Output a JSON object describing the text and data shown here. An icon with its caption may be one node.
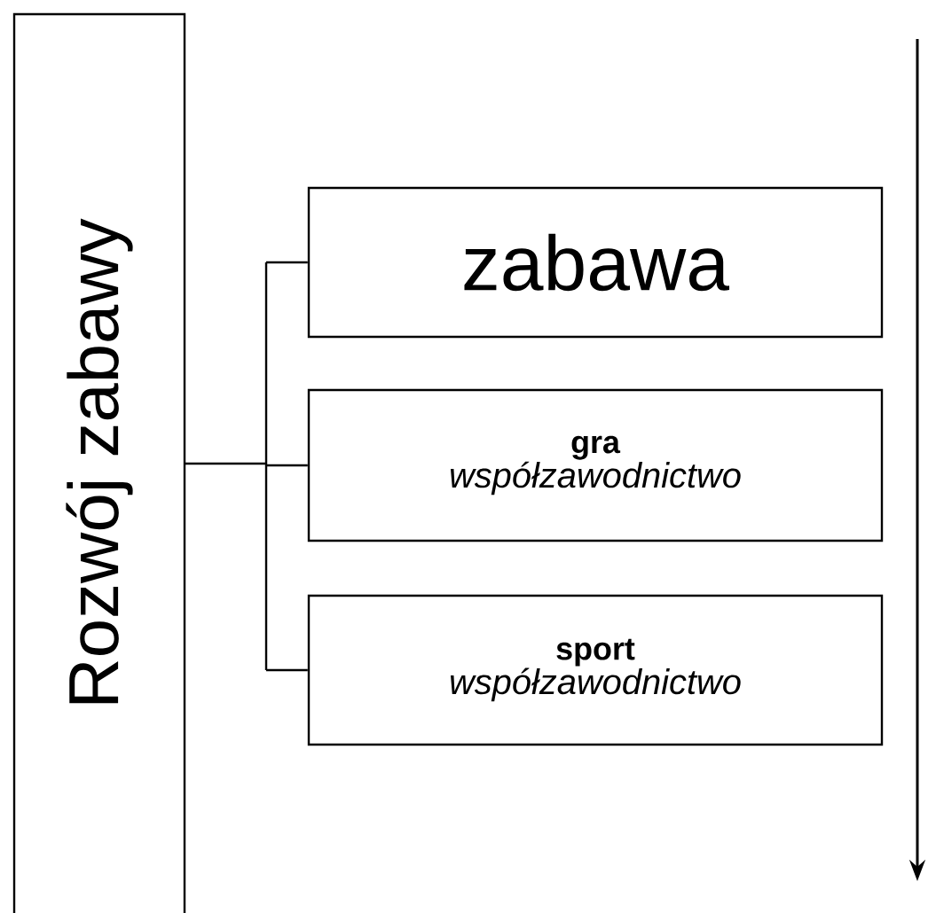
{
  "diagram": {
    "nodes": [
      {
        "text": [
          "Rozwój zabawy"
        ]
      },
      {
        "text": [
          "zabawa"
        ]
      },
      {
        "text": [
          "gra",
          "współzawodnictwo"
        ]
      },
      {
        "text": [
          "sport",
          "współzawodnictwo"
        ]
      }
    ],
    "edges": [
      {
        "from": 0,
        "to": 1,
        "arrow": "none"
      },
      {
        "from": 0,
        "to": 2,
        "arrow": "none"
      },
      {
        "from": 0,
        "to": 3,
        "arrow": "none"
      }
    ]
  }
}
